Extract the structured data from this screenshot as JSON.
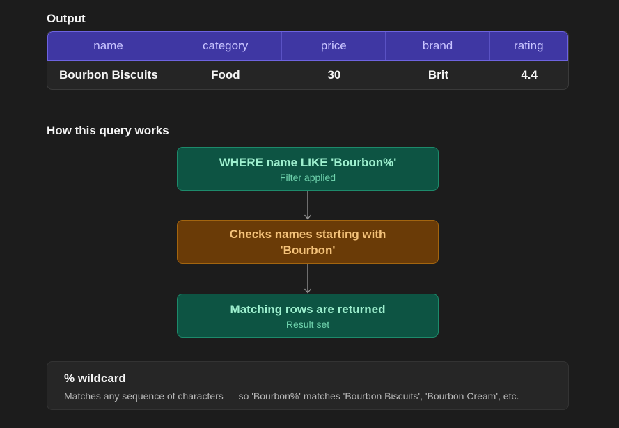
{
  "output": {
    "title": "Output",
    "columns": [
      "name",
      "category",
      "price",
      "brand",
      "rating"
    ],
    "rows": [
      [
        "Bourbon Biscuits",
        "Food",
        "30",
        "Brit",
        "4.4"
      ]
    ]
  },
  "flow": {
    "title": "How this query works",
    "steps": [
      {
        "main": "WHERE name LIKE 'Bourbon%'",
        "sub": "Filter applied"
      },
      {
        "main": "Checks names starting with\n'Bourbon'",
        "sub": ""
      },
      {
        "main": "Matching rows are returned",
        "sub": "Result set"
      }
    ]
  },
  "note": {
    "title": "% wildcard",
    "text": "Matches any sequence of characters — so 'Bourbon%' matches 'Bourbon Biscuits', 'Bourbon Cream', etc."
  },
  "colors": {
    "background": "#1c1c1c",
    "table_header": "#3f37a3",
    "green_node": "#0d5443",
    "orange_node": "#6a3b07"
  }
}
